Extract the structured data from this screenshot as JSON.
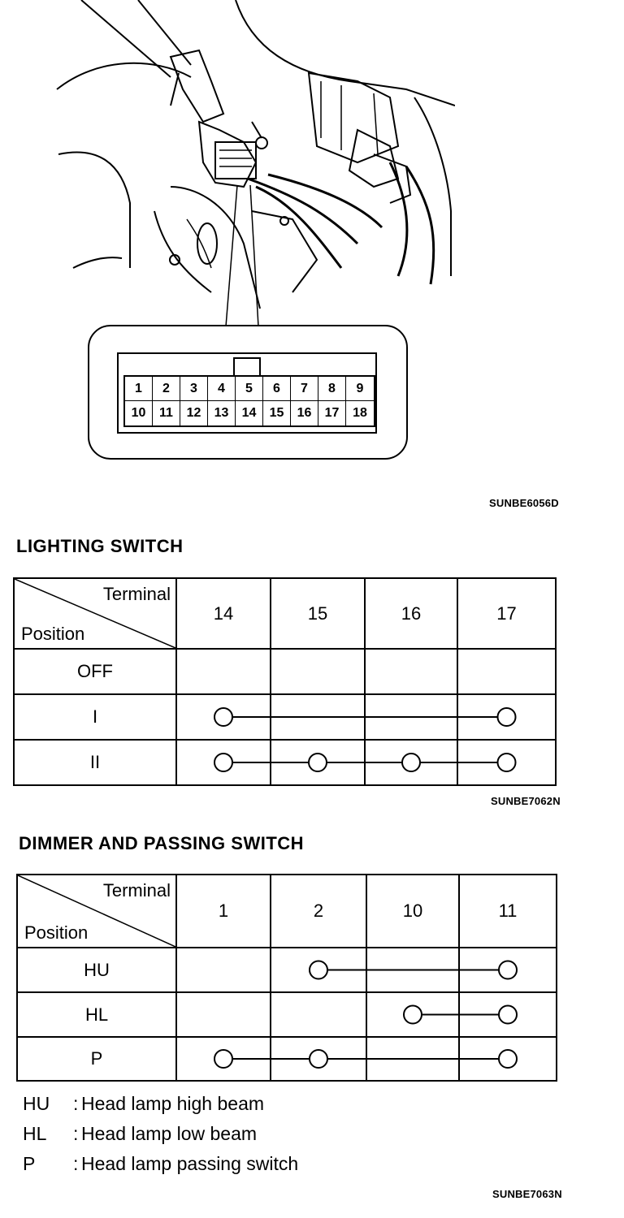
{
  "connector": {
    "pins_row1": [
      "1",
      "2",
      "3",
      "4",
      "5",
      "6",
      "7",
      "8",
      "9"
    ],
    "pins_row2": [
      "10",
      "11",
      "12",
      "13",
      "14",
      "15",
      "16",
      "17",
      "18"
    ],
    "figure_code": "SUNBE6056D"
  },
  "lighting_switch": {
    "title": "LIGHTING SWITCH",
    "header_terminal": "Terminal",
    "header_position": "Position",
    "terminals": [
      "14",
      "15",
      "16",
      "17"
    ],
    "rows": [
      {
        "position": "OFF",
        "connected": []
      },
      {
        "position": "I",
        "connected": [
          0,
          3
        ]
      },
      {
        "position": "II",
        "connected": [
          0,
          1,
          2,
          3
        ]
      }
    ],
    "figure_code": "SUNBE7062N"
  },
  "dimmer_switch": {
    "title": "DIMMER AND PASSING SWITCH",
    "header_terminal": "Terminal",
    "header_position": "Position",
    "terminals": [
      "1",
      "2",
      "10",
      "11"
    ],
    "rows": [
      {
        "position": "HU",
        "connected": [
          1,
          3
        ]
      },
      {
        "position": "HL",
        "connected": [
          2,
          3
        ]
      },
      {
        "position": "P",
        "connected": [
          0,
          1,
          3
        ]
      }
    ],
    "figure_code": "SUNBE7063N"
  },
  "legend": [
    {
      "abbr": "HU",
      "definition": "Head lamp high beam"
    },
    {
      "abbr": "HL",
      "definition": "Head lamp low beam"
    },
    {
      "abbr": "P",
      "definition": "Head lamp passing switch"
    }
  ]
}
